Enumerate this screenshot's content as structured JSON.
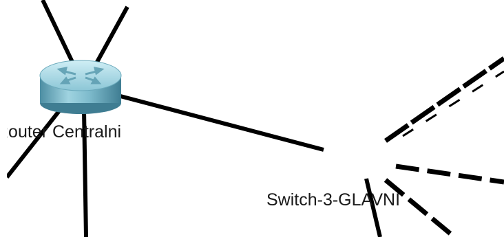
{
  "workspace": {
    "type": "network-topology-canvas",
    "background": "#ffffff"
  },
  "devices": {
    "router": {
      "label": "Router Centralni",
      "icon": "router-icon",
      "color": "#5fa5b8"
    },
    "switch": {
      "label": "Switch-3-GLAVNI",
      "icon": "switch-icon",
      "color": "#5a9db3"
    }
  },
  "links": [
    {
      "from": "router",
      "to": "switch",
      "style": "solid",
      "status": "up"
    },
    {
      "from": "router",
      "to": "offscreen-top-left",
      "style": "solid",
      "status": "up"
    },
    {
      "from": "router",
      "to": "offscreen-top-right",
      "style": "solid",
      "status": "up"
    },
    {
      "from": "router",
      "to": "offscreen-bottom-left",
      "style": "solid",
      "status": "up"
    },
    {
      "from": "router",
      "to": "offscreen-bottom",
      "style": "solid",
      "status": "up"
    },
    {
      "from": "switch",
      "to": "offscreen-top-right",
      "style": "dashed",
      "status": "up"
    },
    {
      "from": "switch",
      "to": "offscreen-right",
      "style": "dashed",
      "status": "up"
    },
    {
      "from": "switch",
      "to": "offscreen-bottom",
      "style": "solid",
      "status": "up"
    },
    {
      "from": "switch",
      "to": "offscreen-bottom-right",
      "style": "dashed",
      "status": "up"
    }
  ],
  "colors": {
    "link": "#000000",
    "link_status_up": "#1ee82a"
  }
}
